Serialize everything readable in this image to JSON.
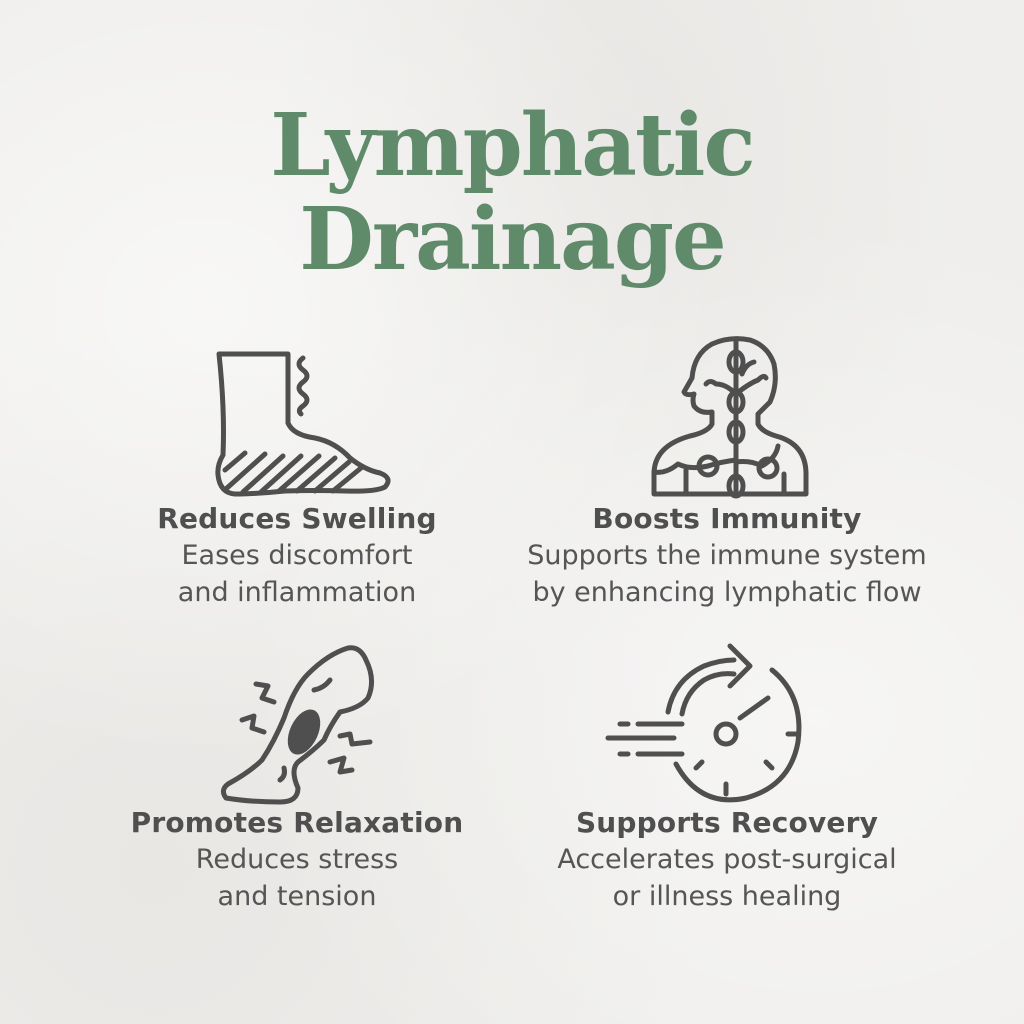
{
  "title": {
    "line1": "Lymphatic",
    "line2": "Drainage",
    "color": "#5f8b6a"
  },
  "benefits": [
    {
      "icon": "swollen-foot-icon",
      "heading": "Reduces Swelling",
      "desc_line1": "Eases discomfort",
      "desc_line2": "and inflammation"
    },
    {
      "icon": "lymphatic-body-icon",
      "heading": "Boosts Immunity",
      "desc_line1": "Supports the immune system",
      "desc_line2": "by enhancing lymphatic flow"
    },
    {
      "icon": "leg-massage-icon",
      "heading": "Promotes Relaxation",
      "desc_line1": "Reduces stress",
      "desc_line2": "and tension"
    },
    {
      "icon": "fast-recovery-clock-icon",
      "heading": "Supports Recovery",
      "desc_line1": "Accelerates post-surgical",
      "desc_line2": "or illness healing"
    }
  ],
  "colors": {
    "background": "#efeeec",
    "text": "#4f4f4f",
    "accent": "#5f8b6a"
  }
}
